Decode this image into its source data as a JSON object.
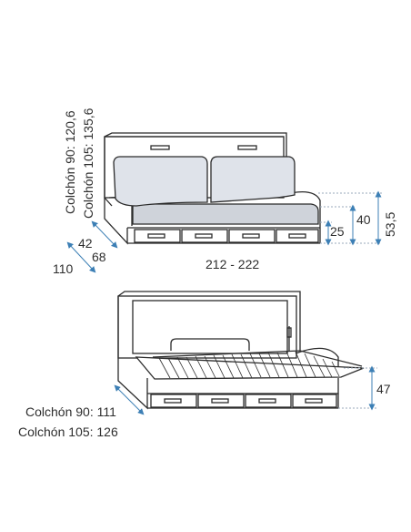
{
  "colors": {
    "line": "#2b2b2b",
    "dimension": "#3c7fb5",
    "cushion": "#dfe3ea",
    "mattress": "#cfd3da"
  },
  "top_view": {
    "height_label_1": "Colchón 90: 120,6",
    "height_label_2": "Colchón 105: 135,6",
    "width_label": "212 - 222",
    "depth_label_1": "68",
    "depth_label_2": "42",
    "depth_label_3": "110",
    "drawer_height": "25",
    "seat_height": "40",
    "arm_height": "53,5"
  },
  "bottom_view": {
    "bed_height": "47",
    "depth_label_1": "Colchón 90: 111",
    "depth_label_2": "Colchón 105: 126"
  }
}
